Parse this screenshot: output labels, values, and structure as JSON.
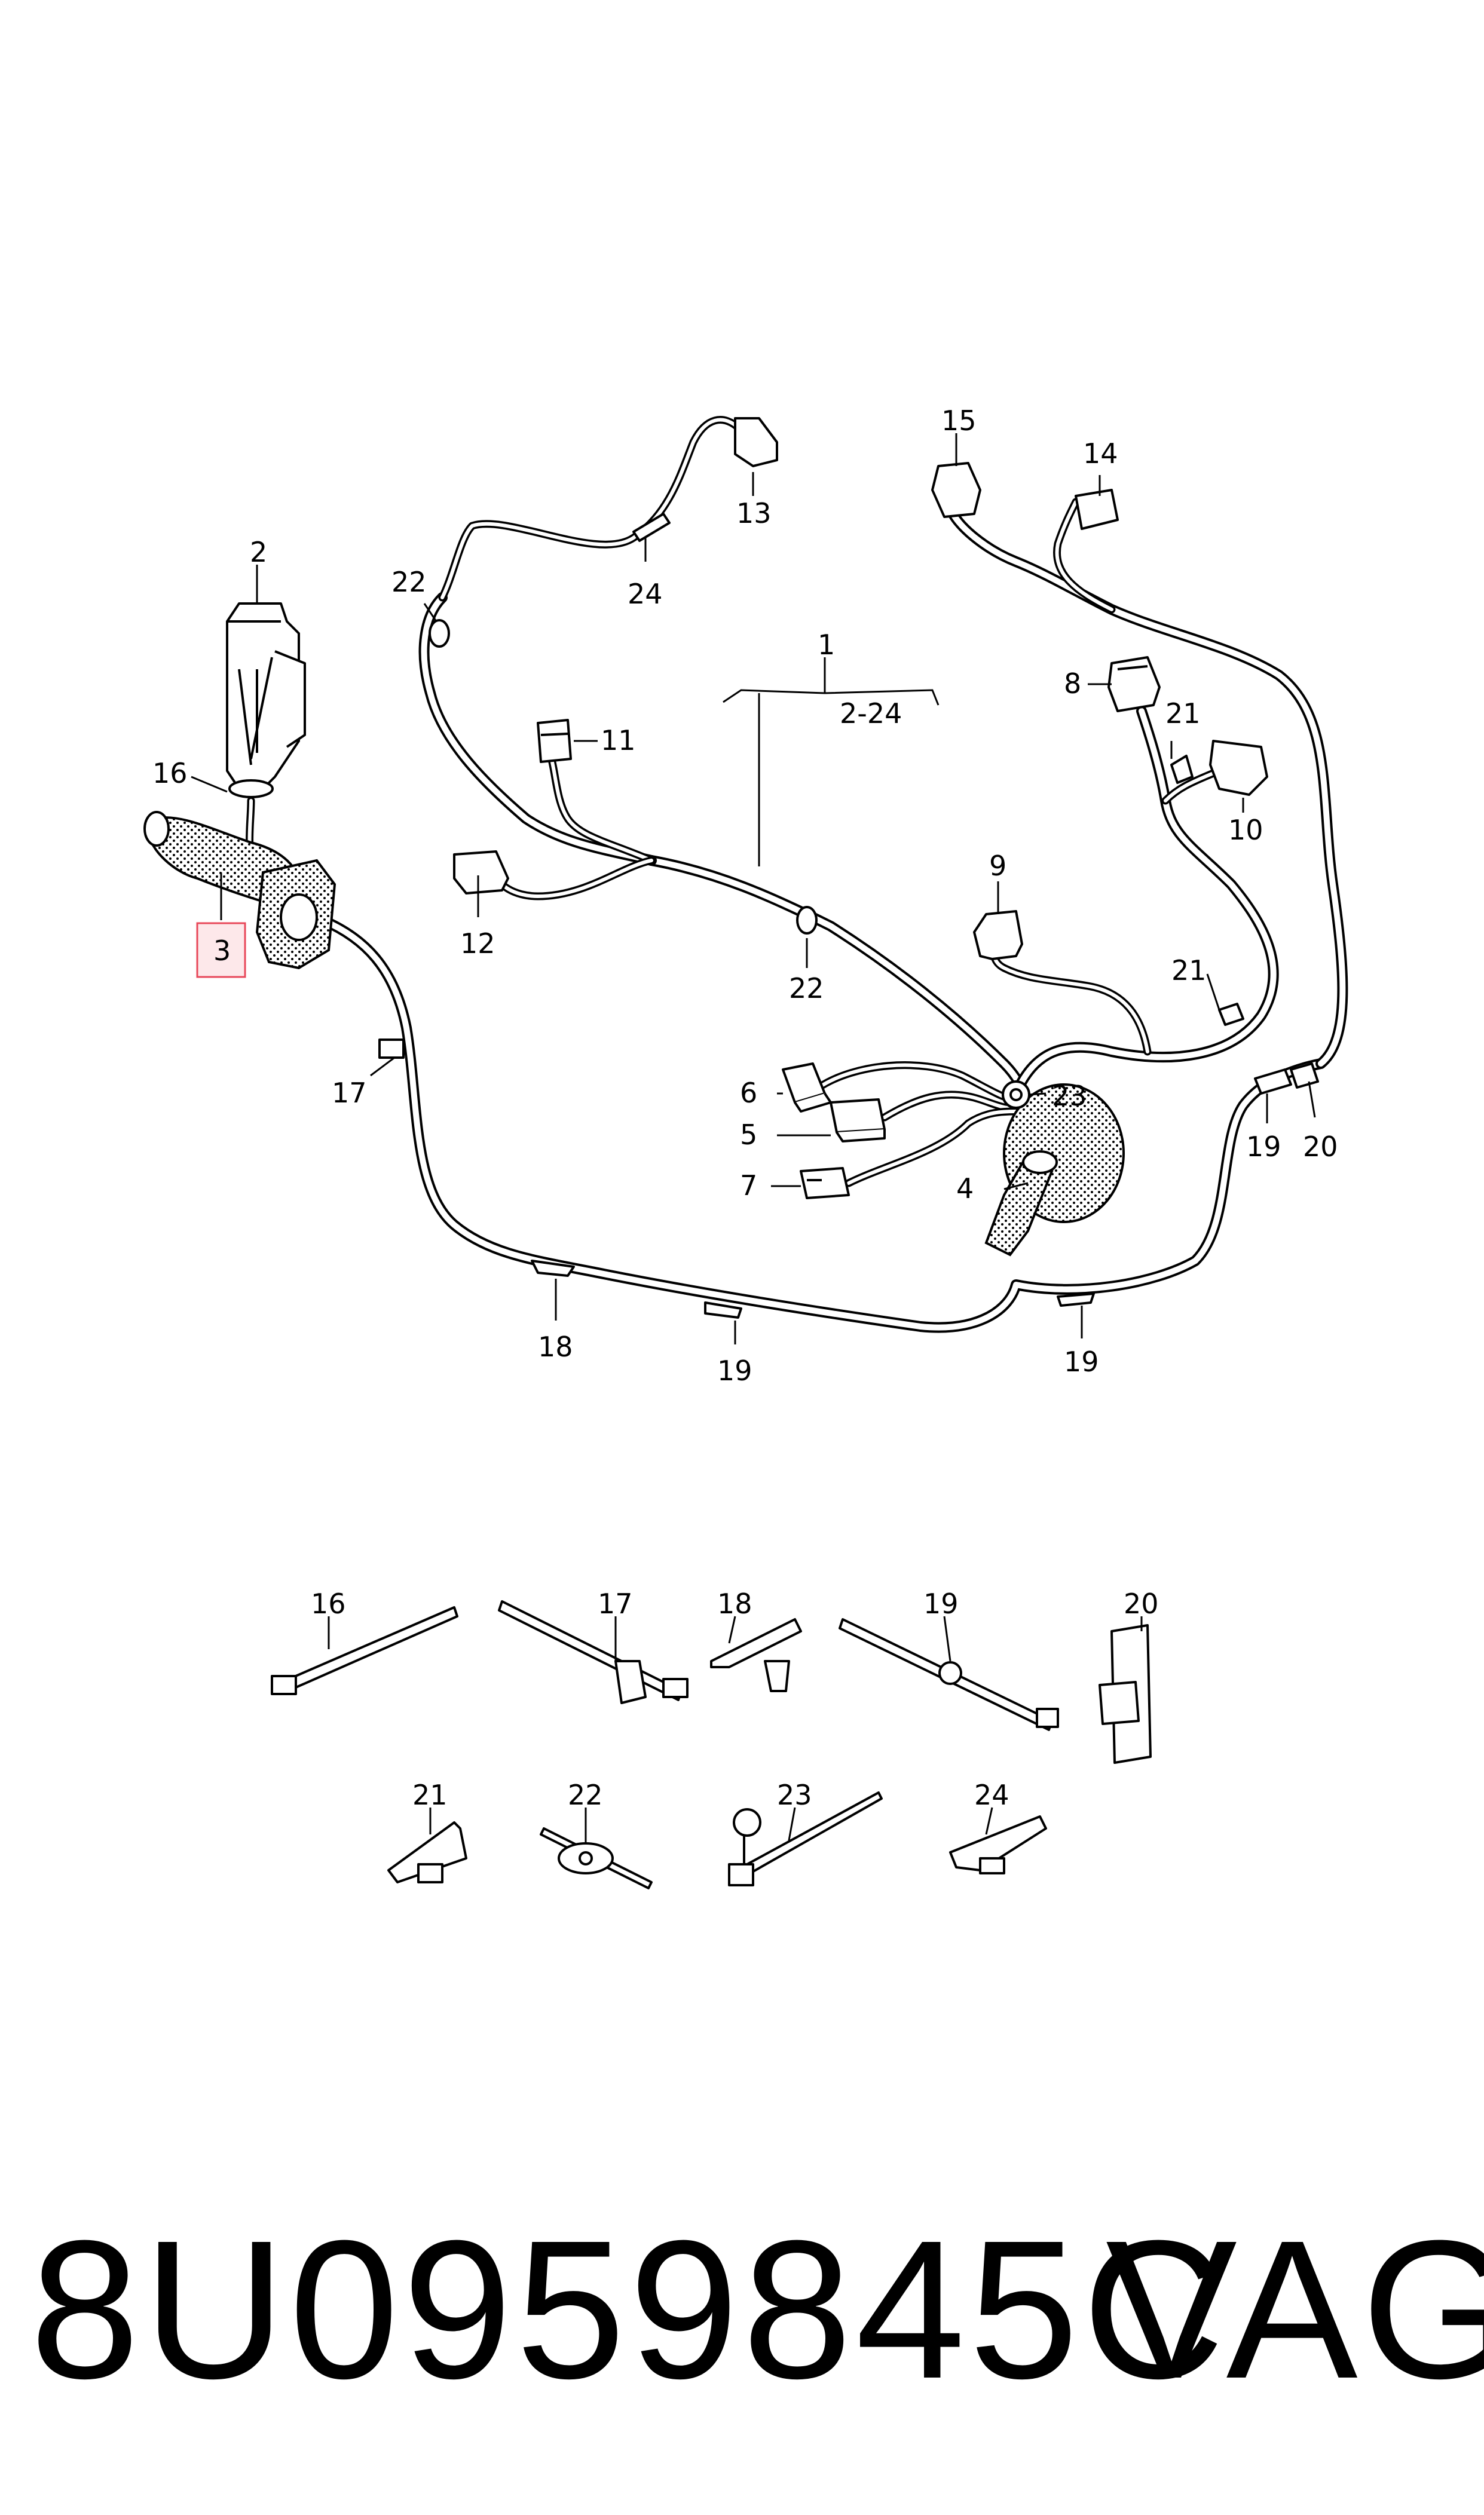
{
  "labels": {
    "l1": "1",
    "l2_24": "2-24",
    "l2": "2",
    "l3": "3",
    "l4": "4",
    "l5": "5",
    "l6": "6",
    "l7": "7",
    "l8": "8",
    "l9": "9",
    "l10": "10",
    "l11": "11",
    "l12": "12",
    "l13": "13",
    "l14": "14",
    "l15": "15",
    "l16": "16",
    "l17": "17",
    "l18": "18",
    "l19a": "19",
    "l19b": "19",
    "l19c": "19",
    "l20": "20",
    "l21a": "21",
    "l21b": "21",
    "l22a": "22",
    "l22b": "22",
    "l23": "23",
    "l24": "24"
  },
  "legend": {
    "l16": "16",
    "l17": "17",
    "l18": "18",
    "l19": "19",
    "l20": "20",
    "l21": "21",
    "l22": "22",
    "l23": "23",
    "l24": "24"
  },
  "highlight_color": "#e8485a",
  "footer": {
    "part_number": "8U0959845C",
    "brand": "VAG"
  }
}
